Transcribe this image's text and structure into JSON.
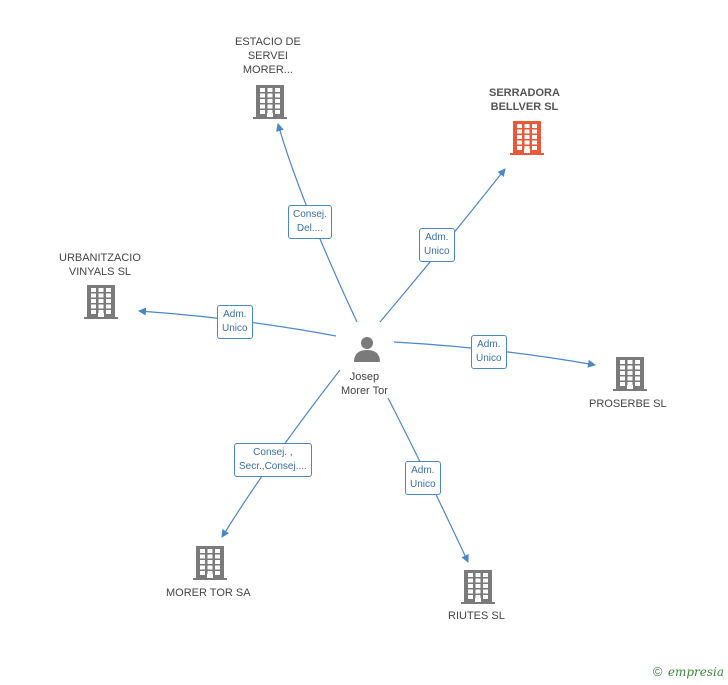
{
  "center": {
    "name_line1": "Josep",
    "name_line2": "Morer Tor"
  },
  "companies": [
    {
      "id": "estacio",
      "label_lines": [
        "ESTACIO DE",
        "SERVEI",
        "MORER..."
      ],
      "highlight": false
    },
    {
      "id": "serradora",
      "label_lines": [
        "SERRADORA",
        "BELLVER SL"
      ],
      "highlight": true
    },
    {
      "id": "urbanitzacio",
      "label_lines": [
        "URBANITZACIO",
        "VINYALS SL"
      ],
      "highlight": false
    },
    {
      "id": "proserbe",
      "label_lines": [
        "PROSERBE SL"
      ],
      "highlight": false
    },
    {
      "id": "morer-tor",
      "label_lines": [
        "MORER TOR SA"
      ],
      "highlight": false
    },
    {
      "id": "riutes",
      "label_lines": [
        "RIUTES SL"
      ],
      "highlight": false
    }
  ],
  "edges": [
    {
      "to": "estacio",
      "label_lines": [
        "Consej.",
        "Del...."
      ]
    },
    {
      "to": "serradora",
      "label_lines": [
        "Adm.",
        "Unico"
      ]
    },
    {
      "to": "urbanitzacio",
      "label_lines": [
        "Adm.",
        "Unico"
      ]
    },
    {
      "to": "proserbe",
      "label_lines": [
        "Adm.",
        "Unico"
      ]
    },
    {
      "to": "morer-tor",
      "label_lines": [
        "Consej. ,",
        "Secr.,Consej...."
      ]
    },
    {
      "to": "riutes",
      "label_lines": [
        "Adm.",
        "Unico"
      ]
    }
  ],
  "colors": {
    "edge": "#4a87c9",
    "building": "#7a7a7a",
    "building_highlight": "#e8593a",
    "person": "#7a7a7a"
  },
  "footer": {
    "copyright": "©",
    "brand": "empresia"
  }
}
